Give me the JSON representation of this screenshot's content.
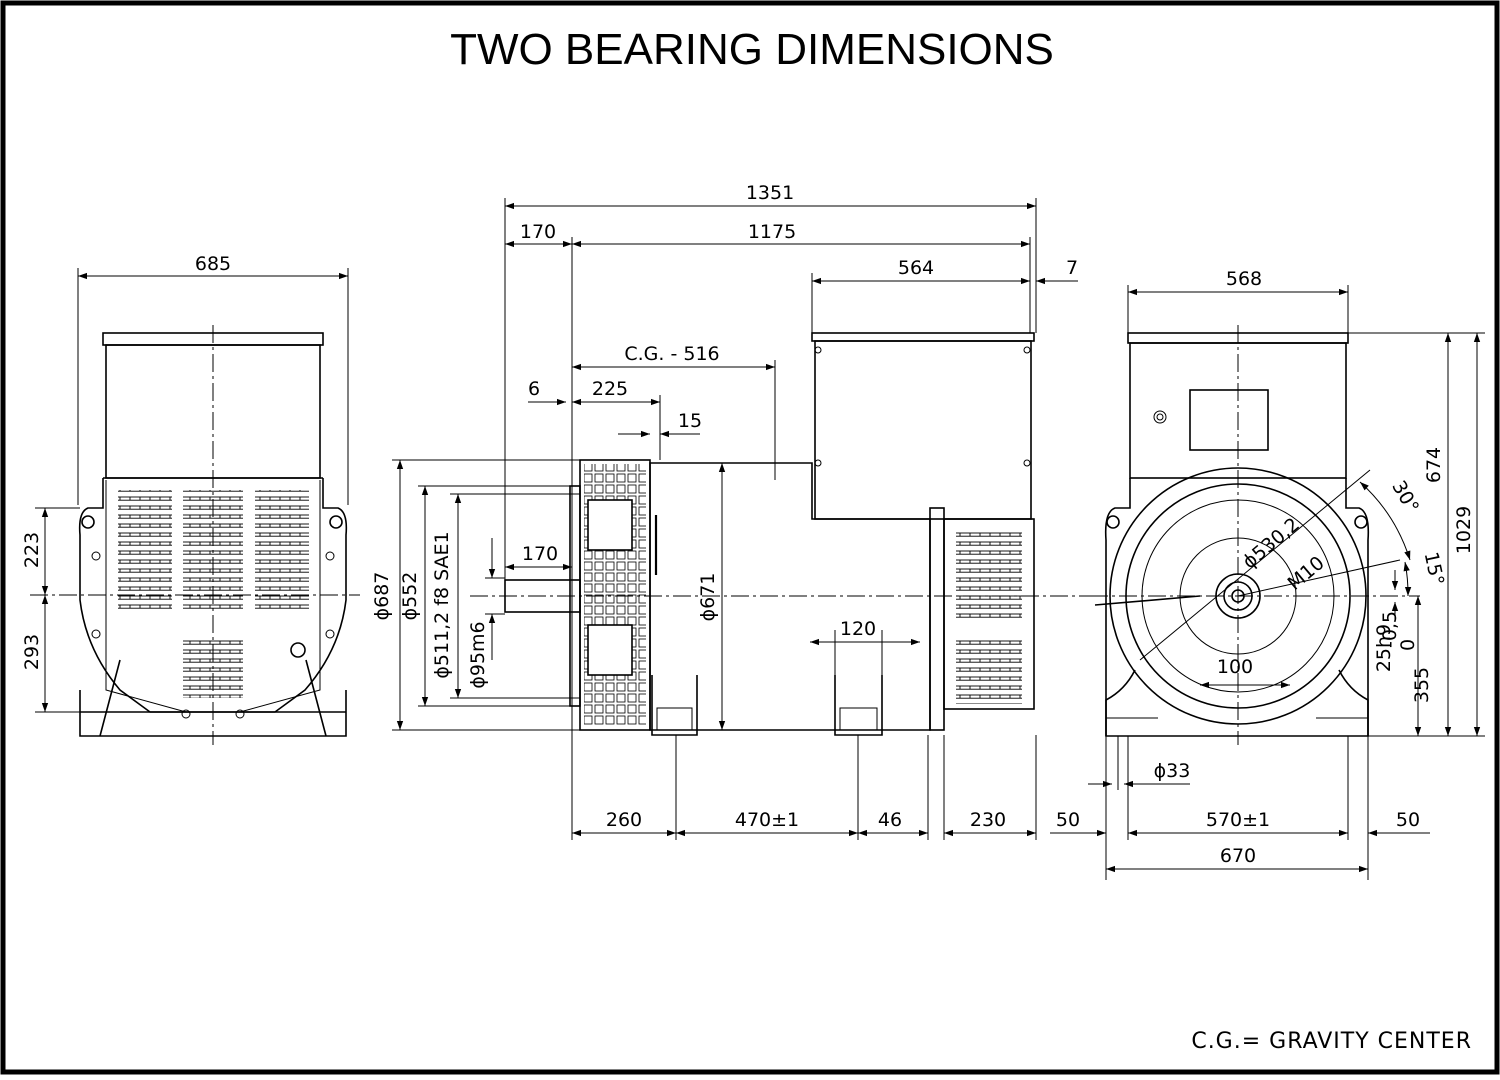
{
  "title": "TWO BEARING DIMENSIONS",
  "footnote": "C.G.= GRAVITY CENTER",
  "front_view": {
    "width": "685",
    "upper_height": "223",
    "lower_height": "293"
  },
  "side_view": {
    "overall_length": "1351",
    "shaft_extension": "170",
    "body_length": "1175",
    "terminal_box_length": "564",
    "terminal_box_offset": "7",
    "cg": "C.G. - 516",
    "adaptor_offset": "6",
    "fan_length": "225",
    "fan_guard": "15",
    "shaft_length": "170",
    "dia_687": "ϕ687",
    "dia_552": "ϕ552",
    "dia_511": "ϕ511,2  f8  SAE1",
    "dia_95": "ϕ95m6",
    "dia_671": "ϕ671",
    "foot_width": "120",
    "dim_260": "260",
    "dim_470": "470±1",
    "dim_46": "46",
    "dim_230": "230"
  },
  "end_view": {
    "width": "568",
    "height_674": "674",
    "height_1029": "1029",
    "angle_30": "30°",
    "angle_15": "15°",
    "pcd": "ϕ530,2",
    "thread": "M10",
    "key_dim": "100",
    "keyway": "25h9",
    "shaft_height": "355",
    "tol_upper": "0",
    "tol_lower": "-0,5",
    "hole_dia": "ϕ33",
    "foot_margin_left": "50",
    "foot_centres": "570±1",
    "foot_margin_right": "50",
    "base_width": "670"
  }
}
